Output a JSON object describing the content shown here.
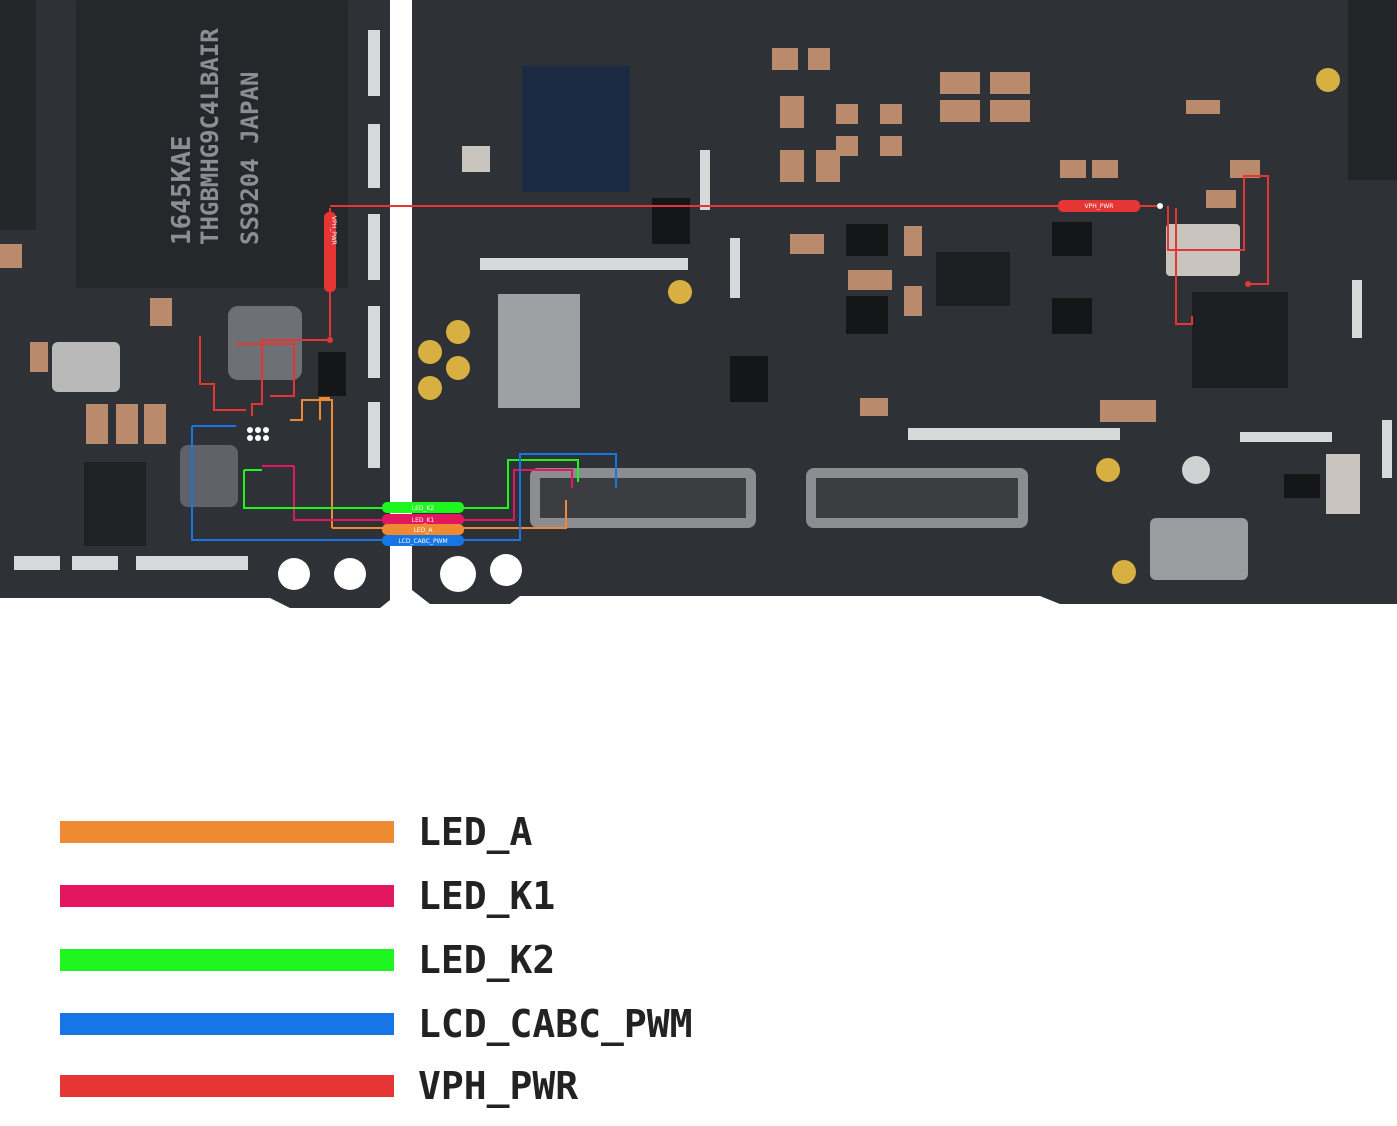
{
  "board": {
    "chip_left_lines": [
      "1645KAE",
      "THGBMHG9C4LBAIR",
      "SS9204 JAPAN"
    ],
    "trace_tags": {
      "vph_pwr_vertical": "VPH_PWR",
      "vph_pwr_horizontal": "VPH_PWR",
      "led_k2": "LED_K2",
      "led_k1": "LED_K1",
      "led_a": "LED_A",
      "lcd_cabc_pwm": "LCD_CABC_PWM"
    }
  },
  "legend": {
    "items": [
      {
        "label": "LED_A",
        "color": "#f08a32"
      },
      {
        "label": "LED_K1",
        "color": "#e3175f"
      },
      {
        "label": "LED_K2",
        "color": "#1ff51f"
      },
      {
        "label": "LCD_CABC_PWM",
        "color": "#1776e6"
      },
      {
        "label": "VPH_PWR",
        "color": "#e63535"
      }
    ]
  }
}
